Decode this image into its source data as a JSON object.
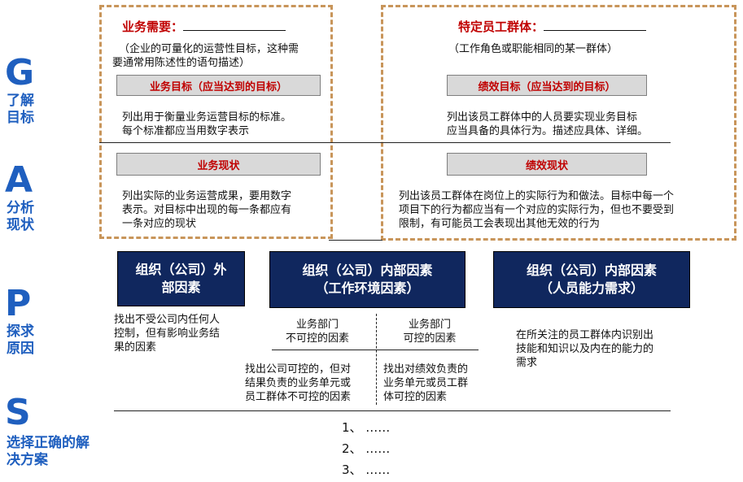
{
  "gaps": {
    "g": {
      "letter": "G",
      "label_1": "了解",
      "label_2": "目标"
    },
    "a": {
      "letter": "A",
      "label_1": "分析",
      "label_2": "现状"
    },
    "p": {
      "letter": "P",
      "label_1": "探求",
      "label_2": "原因"
    },
    "s": {
      "letter": "S",
      "label_1": "选择正确的解",
      "label_2": "决方案"
    }
  },
  "left_panel": {
    "title": "业务需要：",
    "desc_1": "（企业的可量化的运营性目标，这种需",
    "desc_2": "要通常用陈述性的语句描述）",
    "goal_bar": "业务目标（应当达到的目标）",
    "goal_text_1": "列出用于衡量业务运营目标的标准。",
    "goal_text_2": "每个标准都应当用数字表示",
    "status_bar": "业务现状",
    "status_text_1": "列出实际的业务运营成果，要用数字",
    "status_text_2": "表示。对目标中出现的每一条都应有",
    "status_text_3": "一条对应的现状"
  },
  "right_panel": {
    "title": "特定员工群体：",
    "desc": "（工作角色或职能相同的某一群体）",
    "goal_bar": "绩效目标（应当达到的目标）",
    "goal_text_1": "列出该员工群体中的人员要实现业务目标",
    "goal_text_2": "应当具备的具体行为。描述应具体、详细。",
    "status_bar": "绩效现状",
    "status_text_1": "列出该员工群体在岗位上的实际行为和做法。目标中每一个",
    "status_text_2": "项目下的行为都应当有一个对应的实际行为，但也不要受到",
    "status_text_3": "限制，有可能员工会表现出其他无效的行为"
  },
  "factors": {
    "external": {
      "label_1": "组织（公司）外",
      "label_2": "部因素",
      "text_1": "找出不受公司内任何人",
      "text_2": "控制，但有影响业务结",
      "text_3": "果的因素"
    },
    "internal_env": {
      "label_1": "组织（公司）内部因素",
      "label_2": "（工作环境因素）",
      "col_left_1": "业务部门",
      "col_left_2": "不可控的因素",
      "col_right_1": "业务部门",
      "col_right_2": "可控的因素",
      "left_text_1": "找出公司可控的，但对",
      "left_text_2": "结果负责的业务单元或",
      "left_text_3": "员工群体不可控的因素",
      "right_text_1": "找出对绩效负责的",
      "right_text_2": "业务单元或员工群",
      "right_text_3": "体可控的因素"
    },
    "internal_ability": {
      "label_1": "组织（公司）内部因素",
      "label_2": "（人员能力需求）",
      "text_1": "在所关注的员工群体内识别出",
      "text_2": "技能和知识以及内在的能力的",
      "text_3": "需求"
    }
  },
  "solutions": [
    "1、 ……",
    "2、 ……",
    "3、 ……"
  ],
  "colors": {
    "accent_blue": "#1f5fbf",
    "navy": "#10275e",
    "dash_orange": "#c8955a",
    "red": "#c00000",
    "gray_bar": "#d9d9d9"
  }
}
